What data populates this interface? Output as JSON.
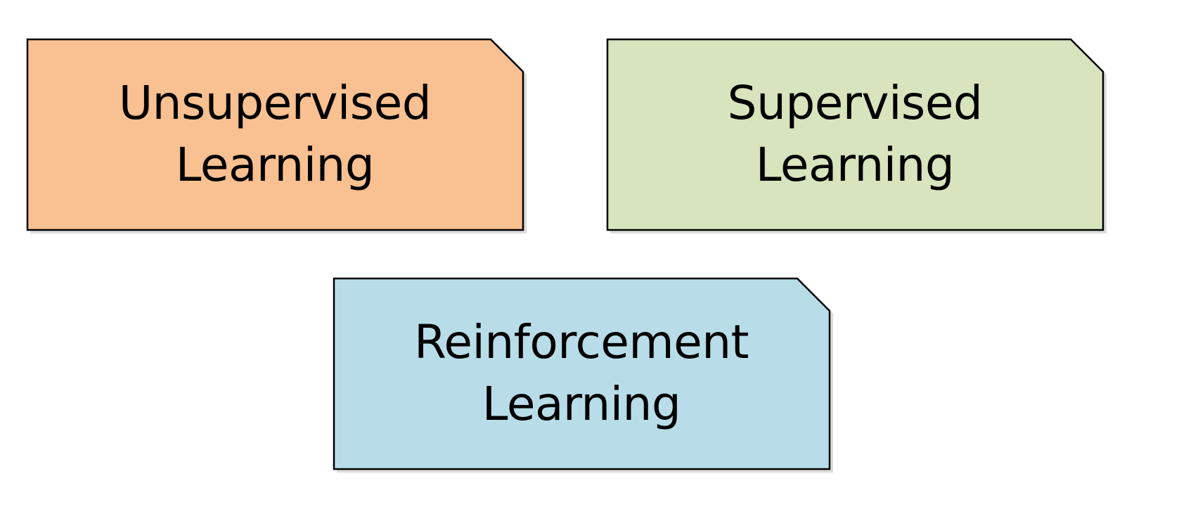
{
  "cards": [
    {
      "id": "unsupervised",
      "line1": "Unsupervised",
      "line2": "Learning",
      "fill": "#F9C091"
    },
    {
      "id": "supervised",
      "line1": "Supervised",
      "line2": "Learning",
      "fill": "#D8E4BD"
    },
    {
      "id": "reinforcement",
      "line1": "Reinforcement",
      "line2": "Learning",
      "fill": "#B8DDE8"
    }
  ],
  "colors": {
    "border": "#000000",
    "shadow": "#BFBFBF",
    "text": "#000000"
  }
}
